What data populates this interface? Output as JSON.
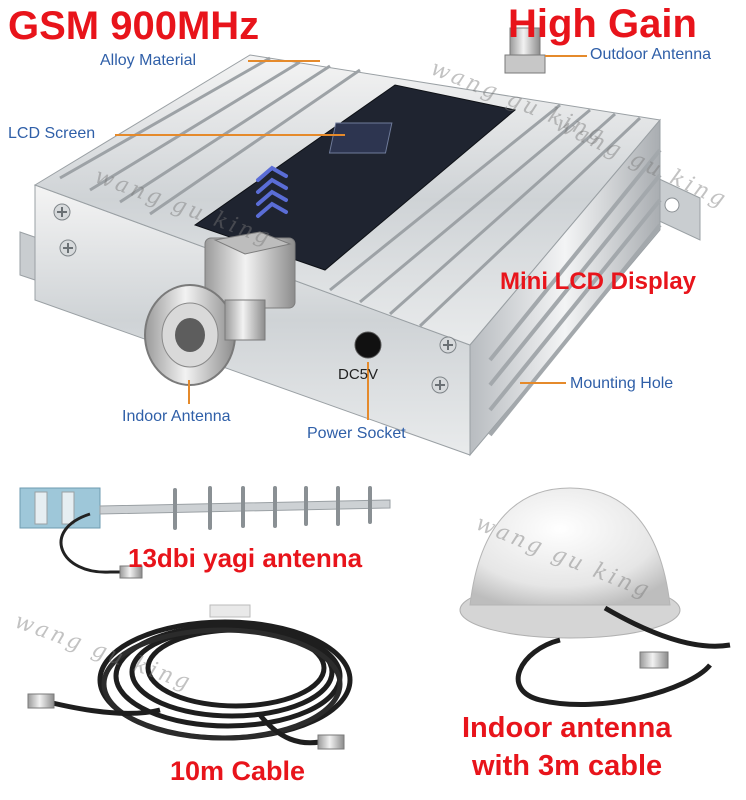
{
  "titles": {
    "main_left": "GSM 900MHz",
    "main_right": "High Gain",
    "mini_lcd": "Mini LCD Display",
    "yagi": "13dbi yagi antenna",
    "cable": "10m Cable",
    "indoor_line1": "Indoor antenna",
    "indoor_line2": "with 3m cable"
  },
  "callouts": {
    "alloy": "Alloy Material",
    "outdoor": "Outdoor Antenna",
    "lcd": "LCD Screen",
    "indoor": "Indoor Antenna",
    "power": "Power Socket",
    "mounting": "Mounting Hole"
  },
  "device": {
    "dc_label": "DC5V"
  },
  "watermarks": {
    "text": "wang gu king"
  },
  "colors": {
    "title_red": "#e8141b",
    "callout_blue": "#2f5fa8",
    "leader_orange": "#e58a2b"
  }
}
